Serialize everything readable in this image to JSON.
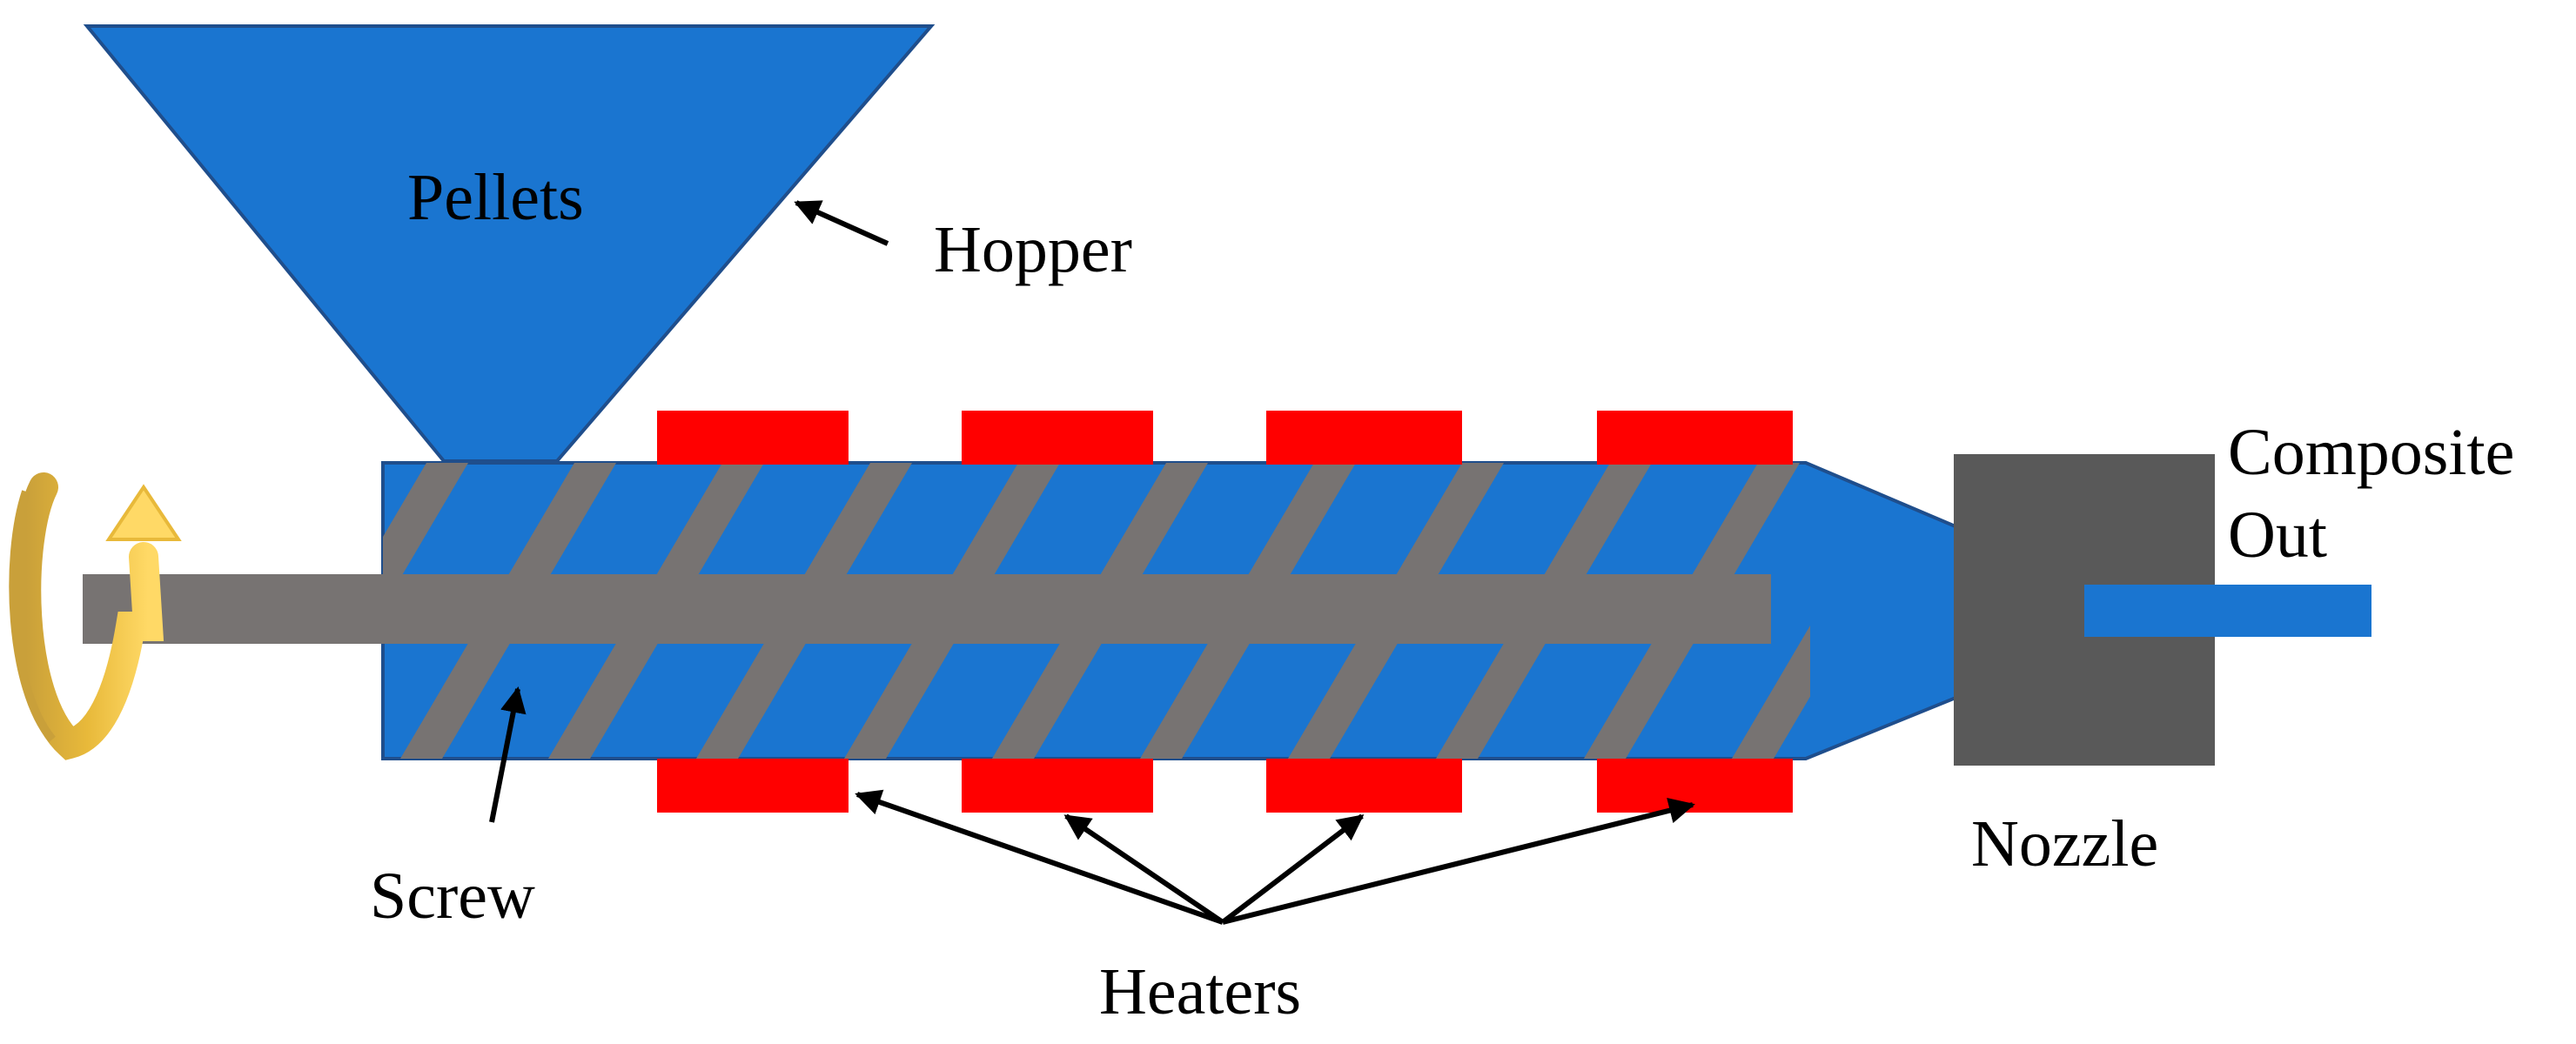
{
  "labels": {
    "pellets": "Pellets",
    "hopper": "Hopper",
    "composite_line1": "Composite",
    "composite_line2": "Out",
    "nozzle": "Nozzle",
    "screw": "Screw",
    "heaters": "Heaters"
  },
  "colors": {
    "barrel_blue": "#1a75d0",
    "barrel_stroke": "#1f4e8c",
    "screw_gray": "#777372",
    "heater_red": "#ff0000",
    "nozzle_gray": "#595959",
    "rotation_arrow_gold": "#e8b93a",
    "rotation_arrow_light": "#ffd966",
    "label_text": "#000000"
  },
  "components": {
    "heater_count_top": 4,
    "heater_count_bottom": 4,
    "rotation_icon": "rotation-arrow-icon"
  }
}
